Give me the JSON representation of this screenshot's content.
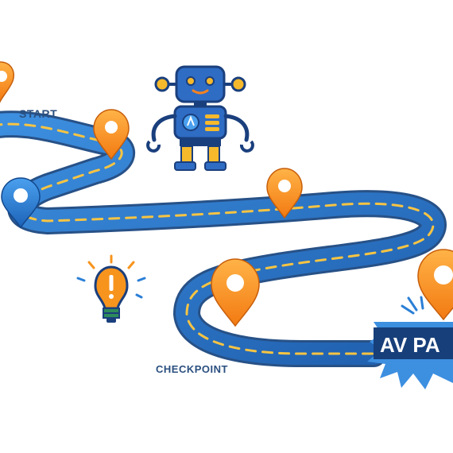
{
  "labels": {
    "start": "START",
    "checkpoint": "CHECKPOINT",
    "banner": "AV PA"
  },
  "colors": {
    "road_dark": "#1f5fae",
    "road_light": "#3d8fe0",
    "road_edge": "#0f3e7a",
    "dash": "#f6c443",
    "pin_orange": "#f58220",
    "pin_orange_light": "#ffa63d",
    "pin_blue": "#2b7fd6",
    "robot_body": "#2f6cc4",
    "robot_dark": "#1a3f7d",
    "accent_yellow": "#f6b92c",
    "banner_bg": "#173f7a",
    "bulb": "#f7941d",
    "label_text": "#2a4f7f"
  },
  "icons": [
    "map-pin-icon",
    "robot-icon",
    "lightbulb-icon",
    "alert-icon"
  ]
}
